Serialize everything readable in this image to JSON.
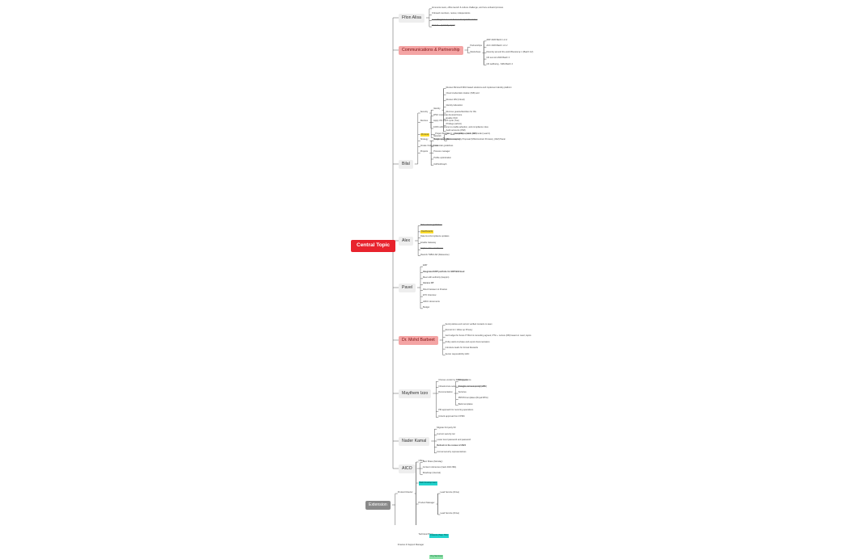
{
  "central": {
    "label": "Central Topic"
  },
  "branches": [
    {
      "label": "Ffion Alisa",
      "color": "default",
      "children": [
        {
          "label": "Announce team, office launch & culture challenge, and Gov-onboard process"
        },
        {
          "label": "Onboard members, review, independents"
        },
        {
          "label": "Launching bonus rent document report for review",
          "style": "strike"
        },
        {
          "label": "Annual + quarterly report",
          "style": "strike"
        }
      ]
    },
    {
      "label": "Communications & Partnership",
      "color": "red",
      "children": [
        {
          "label": "Partnerships"
        },
        {
          "label": "Workshops",
          "children": [
            {
              "label": "ARP 2026 Batch 1 & 2"
            },
            {
              "label": "ACC 2026 Batch 1 & 2"
            },
            {
              "label": "Diversity around the world Bootcamp 1 (Batch 1/2)"
            },
            {
              "label": "UN summit 2026 Batch 3"
            },
            {
              "label": "UN wellbeing - SMA Batch 4"
            }
          ]
        }
      ]
    },
    {
      "label": "Bilal",
      "color": "default",
      "children": [
        {
          "label": "Security",
          "children": [
            {
              "label": "Identity",
              "children": [
                {
                  "label": "Review Microsoft MFA based solutions and implement identity platform"
                },
                {
                  "label": "Cloud credentials rotation (ISB) and"
                },
                {
                  "label": "Review IAM (Cloud)"
                },
                {
                  "label": "Identity federation"
                },
                {
                  "label": "Remove guests/identities for IDs"
                },
                {
                  "label": "Enable SSO"
                },
                {
                  "label": "Privilege (admin)"
                },
                {
                  "label": "Audit accounts (PIM)"
                }
              ]
            },
            {
              "label": "Network",
              "children": [
                {
                  "label": "Land, vulnerability + patch, IOT mode (Lead 4)"
                },
                {
                  "label": "Review security Proposal (MSA/contract Purview), (IAM) Panel"
                }
              ]
            }
          ]
        },
        {
          "label": "Devices",
          "children": [
            {
              "label": "WSO corporate devices/Intune"
            },
            {
              "label": "Apply OS Patch cycle (Tue)"
            },
            {
              "label": "100% with Intune to enable adoption, and compliance rules"
            }
          ]
        },
        {
          "label": "Process",
          "style": "hl-yellow",
          "children": [
            {
              "label": "Project Budget",
              "children": [
                {
                  "label": "Compliance forms (last)"
                }
              ]
            }
          ]
        },
        {
          "label": "Strategy",
          "children": [
            {
              "label": "Roadmap & device mapping"
            }
          ]
        },
        {
          "label": "Create Outlook calendar guidelines"
        },
        {
          "label": "Projects",
          "children": [
            {
              "label": "Budget manager"
            },
            {
              "label": "Intra"
            },
            {
              "label": "Process manager"
            },
            {
              "label": "Profile optimization"
            },
            {
              "label": "CoPilot/Graph"
            }
          ]
        }
      ]
    },
    {
      "label": "Alex",
      "color": "default",
      "children": [
        {
          "label": "Data access guidelines",
          "style": "strike"
        },
        {
          "label": "Dashboards",
          "style": "hl-yellow"
        },
        {
          "label": "Data Gov/Compliance updates"
        },
        {
          "label": "Enable Gateway"
        },
        {
          "label": "Explore data warehouse",
          "style": "strike"
        },
        {
          "label": "Rework TABULAR (Dataverse)"
        }
      ]
    },
    {
      "label": "Pavel",
      "color": "default",
      "children": [
        {
          "label": "ERP"
        },
        {
          "label": "Integrated ERP portfolio for ERP/B1Cloud",
          "style": "bold"
        },
        {
          "label": "Meet with authority (Heppin)"
        },
        {
          "label": "Access CP",
          "style": "bold"
        },
        {
          "label": "Direct between to Finance"
        },
        {
          "label": "ETO Interview"
        },
        {
          "label": "ARCC documents"
        },
        {
          "label": "Budget"
        }
      ]
    },
    {
      "label": "Dr. Mohd Barbeet",
      "color": "red",
      "children": [
        {
          "label": "Send policies and current verified contacts to team"
        },
        {
          "label": "Recruit for / follow up Privacy"
        },
        {
          "label": "Get budget for future IT BAU & consulting agreed, PTH + nurture (FB) based on need, topics"
        },
        {
          "label": "Policy alerts & phase and export documentation"
        },
        {
          "label": "Introduce leads for formal Rewards"
        },
        {
          "label": "Senior responsibility GDC"
        }
      ]
    },
    {
      "label": "Maythem Izzo",
      "color": "default",
      "children": [
        {
          "label": "Choose vendor by BAM agents"
        },
        {
          "label": "Infrastructure setup, strategic, online learning path"
        },
        {
          "label": "Documentation",
          "children": [
            {
              "label": "Field systems"
            },
            {
              "label": "Compliance case (cont'd VTM)"
            },
            {
              "label": "Services"
            },
            {
              "label": "PRISTA templates (Royal DPIA)"
            },
            {
              "label": "Bank templates"
            }
          ]
        },
        {
          "label": "PM approach for recurring operations"
        },
        {
          "label": "Unlock approval from FPMC"
        }
      ]
    },
    {
      "label": "Nader Kamal",
      "color": "default",
      "children": [
        {
          "label": "Migrate 3rd party IM"
        },
        {
          "label": "Current security tier"
        },
        {
          "label": "Lower level password and password"
        },
        {
          "label": "Refresh in the review of 2024",
          "style": "bold"
        },
        {
          "label": "Formal security representatives"
        }
      ]
    },
    {
      "label": "AICO",
      "color": "default",
      "children": [
        {
          "label": "Next Share (Monday)"
        },
        {
          "label": "Content references (track 2024 IBA)"
        },
        {
          "label": "Roadmap (internal)"
        }
      ]
    }
  ],
  "floating": {
    "label": "Extension",
    "children": [
      {
        "label": "Product Director",
        "children": [
          {
            "label": "Office"
          },
          {
            "label": "Web Development",
            "style": "hl-cyan"
          },
          {
            "label": "Product Manager",
            "children": [
              {
                "label": "Lead Service (Drive)"
              },
              {
                "label": "Lead Service (Drive)"
              }
            ]
          },
          {
            "label": "Technical Prime"
          }
        ]
      },
      {
        "label": "Finance & Support Manager",
        "children": [
          {
            "label": "Finance (Sup. 5%)",
            "style": "hl-cyan"
          },
          {
            "label": "Org Services",
            "style": "hl-green"
          }
        ]
      }
    ]
  },
  "colors": {
    "central_bg": "#e8232d",
    "red_topic_bg": "#f4a4a4",
    "topic_bg": "#eeeeee",
    "floating_bg": "#8a8a8a",
    "highlight_yellow": "#fbdc2a",
    "highlight_cyan": "#22d3cd",
    "highlight_green": "#8ce2a8",
    "connector": "#555555"
  }
}
